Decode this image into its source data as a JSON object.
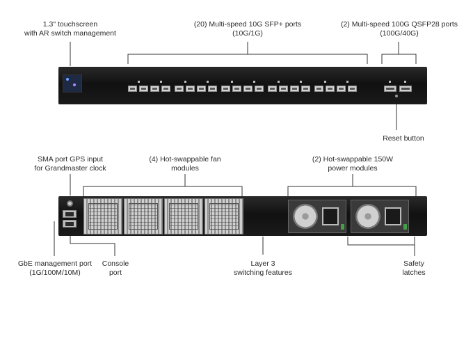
{
  "front_labels": {
    "touchscreen": [
      "1.3\" touchscreen",
      "with AR switch management"
    ],
    "sfp_ports": [
      "(20) Multi-speed 10G SFP+ ports",
      "(10G/1G)"
    ],
    "qsfp_ports": [
      "(2) Multi-speed 100G QSFP28 ports",
      "(100G/40G)"
    ],
    "reset": [
      "Reset button"
    ]
  },
  "rear_labels": {
    "sma": [
      "SMA port GPS input",
      "for Grandmaster clock"
    ],
    "fans": [
      "(4) Hot-swappable fan",
      "modules"
    ],
    "psu": [
      "(2) Hot-swappable 150W",
      "power modules"
    ],
    "mgmt": [
      "GbE management port",
      "(1G/100M/10M)"
    ],
    "console": [
      "Console",
      "port"
    ],
    "layer3": [
      "Layer 3",
      "switching features"
    ],
    "latches": [
      "Safety",
      "latches"
    ]
  },
  "device": {
    "sfp_port_count": 20,
    "qsfp_port_count": 2,
    "fan_module_count": 4,
    "psu_count": 2,
    "accent_color": "#43a047",
    "chassis_color": "#1a1a1a"
  }
}
